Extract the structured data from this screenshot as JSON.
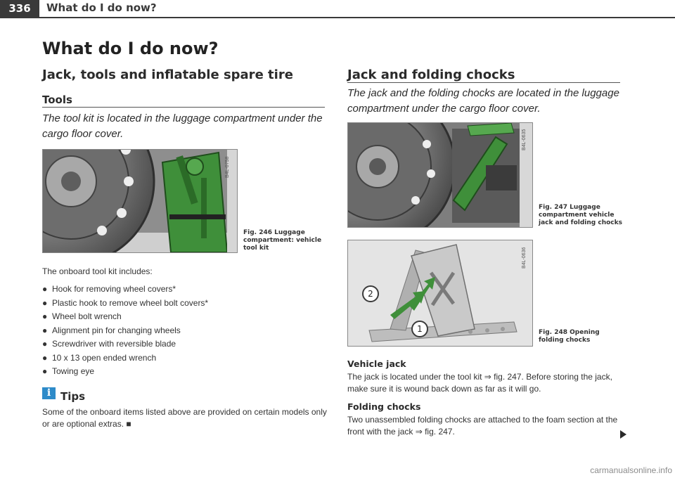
{
  "header": {
    "page_number": "336",
    "running_title": "What do I do now?"
  },
  "page_title": "What do I do now?",
  "left": {
    "section_title": "Jack, tools and inflatable spare tire",
    "subsection_title": "Tools",
    "intro": "The tool kit is located in the luggage compartment under the cargo floor cover.",
    "figure": {
      "code": "B4L-0758",
      "caption": "Fig. 246 Luggage compartment: vehicle tool kit"
    },
    "list_intro": "The onboard tool kit includes:",
    "items": [
      "Hook for removing wheel covers*",
      "Plastic hook to remove wheel bolt covers*",
      "Wheel bolt wrench",
      "Alignment pin for changing wheels",
      "Screwdriver with reversible blade",
      "10 x 13 open ended wrench",
      "Towing eye"
    ],
    "tips_title": "Tips",
    "tips_text": "Some of the onboard items listed above are provided on certain models only or are optional extras."
  },
  "right": {
    "section_title": "Jack and folding chocks",
    "intro": "The jack and the folding chocks are located in the luggage compartment under the cargo floor cover.",
    "figure1": {
      "code": "B4L-0635",
      "caption": "Fig. 247 Luggage compartment vehicle jack and folding chocks"
    },
    "figure2": {
      "code": "B4L-0636",
      "caption": "Fig. 248 Opening folding chocks",
      "callout_1": "1",
      "callout_2": "2"
    },
    "jack_heading": "Vehicle jack",
    "jack_text": "The jack is located under the tool kit ⇒ fig. 247. Before storing the jack, make sure it is wound back down as far as it will go.",
    "chocks_heading": "Folding chocks",
    "chocks_text": "Two unassembled folding chocks are attached to the foam section at the front with the jack ⇒ fig. 247."
  },
  "watermark": "carmanualsonline.info",
  "colors": {
    "accent_green": "#3f8f3a",
    "tips_blue": "#2e8bc9",
    "header_dark": "#3a3a3a"
  }
}
